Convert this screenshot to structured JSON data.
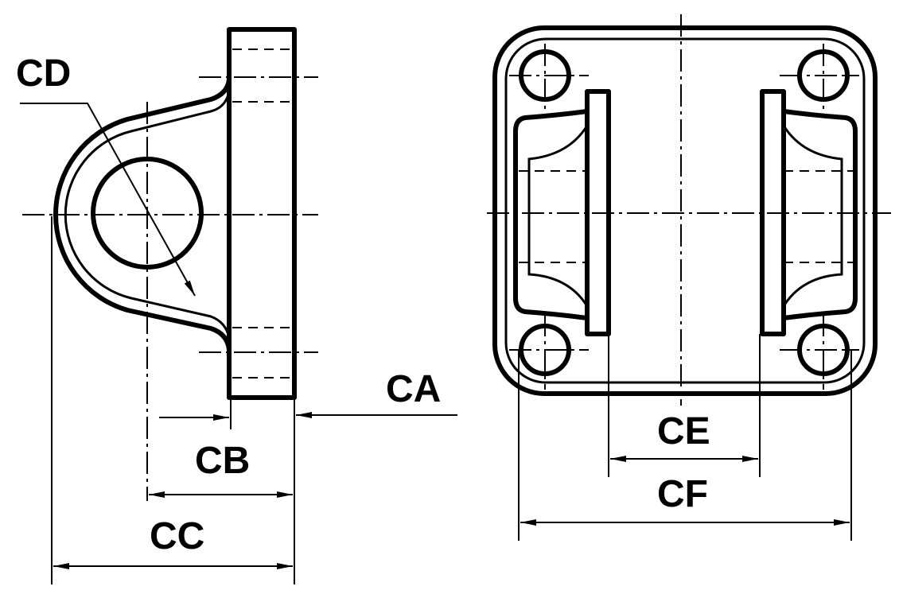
{
  "labels": {
    "cd": "CD",
    "ca": "CA",
    "cb": "CB",
    "cc": "CC",
    "ce": "CE",
    "cf": "CF"
  },
  "colors": {
    "ink": "#000000",
    "background": "#ffffff"
  }
}
